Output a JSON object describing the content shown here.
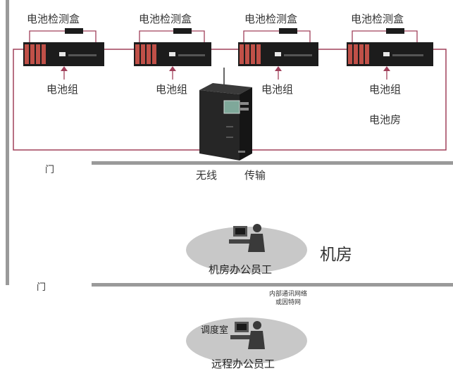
{
  "diagram": {
    "battery_box_label": "电池检测盒",
    "battery_group_label": "电池组",
    "battery_room": "电池房",
    "door": "门",
    "wireless": "无线",
    "transmission": "传输",
    "machine_room": "机房",
    "machine_room_staff": "机房办公员工",
    "network_line1": "内部通讯网络",
    "network_line2": "或因特网",
    "dispatch_room": "调度室",
    "remote_staff": "远程办公员工",
    "units": [
      {
        "box": "电池检测盒",
        "group": "电池组"
      },
      {
        "box": "电池检测盒",
        "group": "电池组"
      },
      {
        "box": "电池检测盒",
        "group": "电池组"
      },
      {
        "box": "电池检测盒",
        "group": "电池组"
      }
    ],
    "colors": {
      "wire": "#a0405a",
      "wall": "#9a9a9a",
      "ellipse": "#c8c8c8",
      "device": "#1c1c1c"
    }
  }
}
